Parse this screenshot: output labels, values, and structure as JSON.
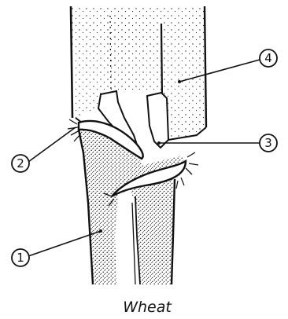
{
  "caption": "Wheat",
  "callouts": [
    {
      "id": "callout-1",
      "label": "1"
    },
    {
      "id": "callout-2",
      "label": "2"
    },
    {
      "id": "callout-3",
      "label": "3"
    },
    {
      "id": "callout-4",
      "label": "4"
    }
  ],
  "colors": {
    "ink": "#111111",
    "background": "#ffffff"
  }
}
